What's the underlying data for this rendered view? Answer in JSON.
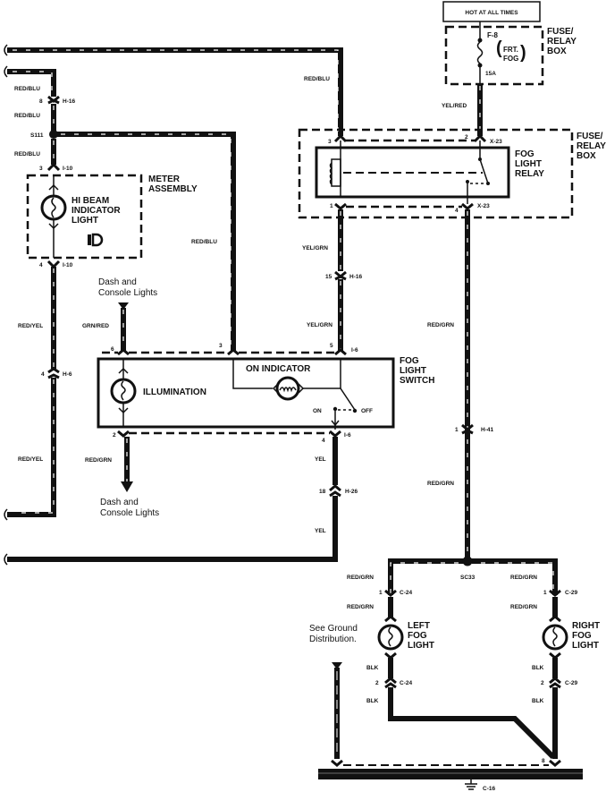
{
  "title": "Fog Light Wiring Diagram",
  "hot_box": "HOT AT ALL TIMES",
  "fuse": {
    "id": "F-8",
    "name_line1": "FRT.",
    "name_line2": "FOG",
    "rating": "15A"
  },
  "fuse_relay_box_top": [
    "FUSE/",
    "RELAY",
    "BOX"
  ],
  "fuse_relay_box_relay": [
    "FUSE/",
    "RELAY",
    "BOX"
  ],
  "fog_light_relay": [
    "FOG",
    "LIGHT",
    "RELAY"
  ],
  "meter_assembly": [
    "METER",
    "ASSEMBLY"
  ],
  "hi_beam": [
    "HI BEAM",
    "INDICATOR",
    "LIGHT"
  ],
  "fog_light_switch": [
    "FOG",
    "LIGHT",
    "SWITCH"
  ],
  "switch": {
    "on_indicator": "ON INDICATOR",
    "illumination": "ILLUMINATION",
    "on": "ON",
    "off": "OFF"
  },
  "dash_console_top": [
    "Dash and",
    "Console Lights"
  ],
  "dash_console_bottom": [
    "Dash and",
    "Console Lights"
  ],
  "see_ground": [
    "See Ground",
    "Distribution."
  ],
  "left_fog": [
    "LEFT",
    "FOG",
    "LIGHT"
  ],
  "right_fog": [
    "RIGHT",
    "FOG",
    "LIGHT"
  ],
  "wires": {
    "red_blu": "RED/BLU",
    "yel_red": "YEL/RED",
    "yel_grn": "YEL/GRN",
    "red_grn": "RED/GRN",
    "red_yel": "RED/YEL",
    "grn_red": "GRN/RED",
    "yel": "YEL",
    "blk": "BLK"
  },
  "connectors": {
    "h16_pin": "8",
    "h16": "H-16",
    "s111": "S111",
    "i10_pin_top": "3",
    "i10_top": "I-10",
    "i10_pin_bot": "4",
    "i10_bot": "I-10",
    "h6_pin": "4",
    "h6": "H-6",
    "x23_pin3": "3",
    "x23_pin2": "2",
    "x23_top": "X-23",
    "x23_pin1": "1",
    "x23_pin4": "4",
    "x23_bot": "X-23",
    "h16b_pin": "15",
    "h16b": "H-16",
    "i6_pin6": "6",
    "i6_pin3": "3",
    "i6_pin5": "5",
    "i6_top": "I-6",
    "i6_pin2": "2",
    "i6_pin4": "4",
    "i6_bot": "I-6",
    "h26_pin": "18",
    "h26": "H-26",
    "h41_pin": "1",
    "h41": "H-41",
    "sc33": "SC33",
    "c24_pin1": "1",
    "c24_top": "C-24",
    "c29_pin1": "1",
    "c29_top": "C-29",
    "c24_pin2": "2",
    "c24_bot": "C-24",
    "c29_pin2": "2",
    "c29_bot": "C-29",
    "g_pin": "8",
    "c16": "C-16"
  }
}
